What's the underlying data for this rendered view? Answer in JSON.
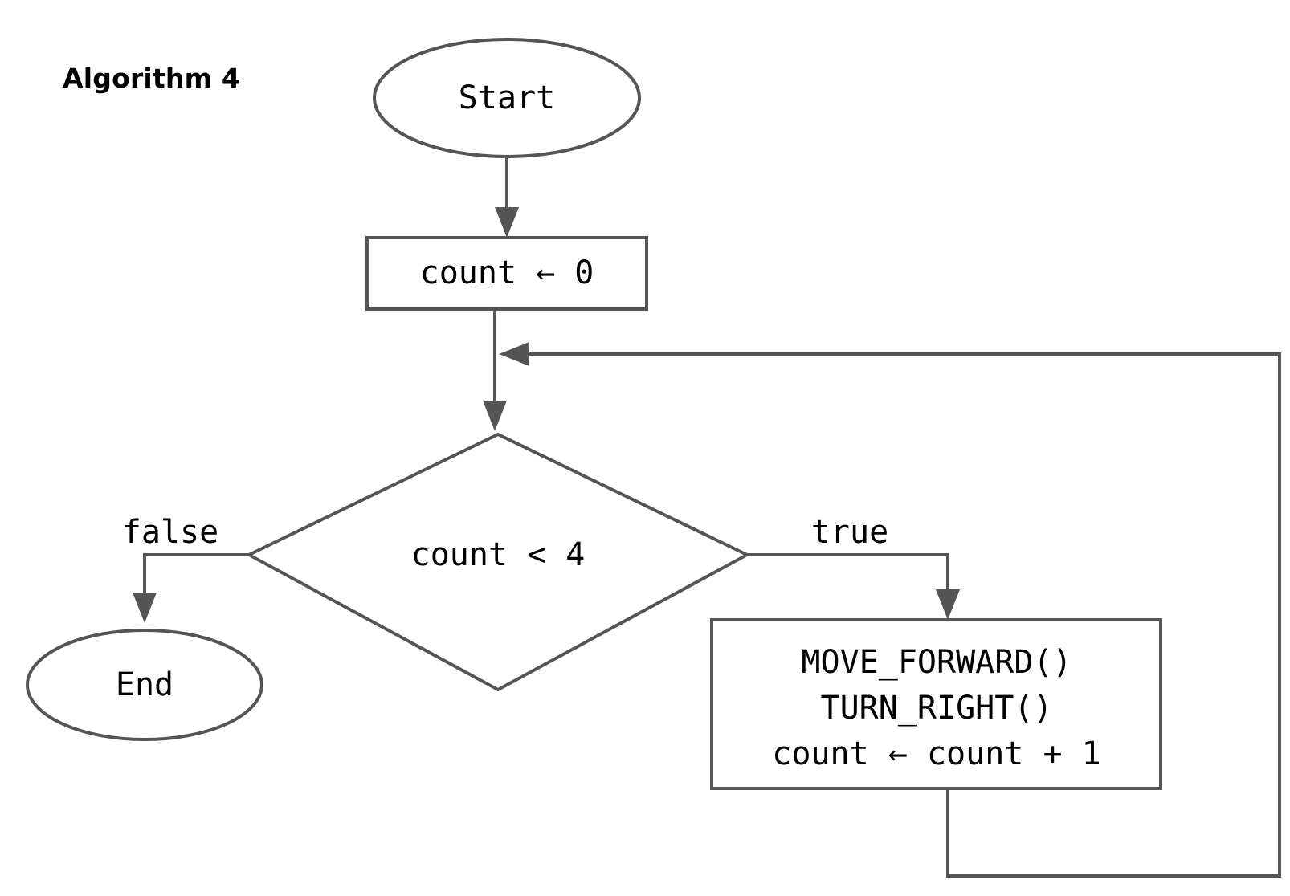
{
  "diagram": {
    "title": "Algorithm 4",
    "type": "flowchart",
    "line_color": "#555555",
    "text_color": "#000000",
    "background_color": "#ffffff",
    "nodes": [
      {
        "id": "start",
        "shape": "ellipse",
        "label": "Start"
      },
      {
        "id": "init",
        "shape": "rectangle",
        "label": "count ← 0"
      },
      {
        "id": "decision",
        "shape": "diamond",
        "label": "count < 4"
      },
      {
        "id": "end",
        "shape": "ellipse",
        "label": "End"
      },
      {
        "id": "action",
        "shape": "rectangle",
        "lines": [
          "MOVE_FORWARD()",
          "TURN_RIGHT()",
          "count ← count + 1"
        ],
        "line1": "MOVE_FORWARD()",
        "line2": "TURN_RIGHT()",
        "line3": "count ← count + 1"
      }
    ],
    "edges": [
      {
        "id": "start-to-init",
        "from": "start",
        "to": "init",
        "label": ""
      },
      {
        "id": "init-to-decision",
        "from": "init",
        "to": "decision",
        "label": ""
      },
      {
        "id": "decision-to-end",
        "from": "decision",
        "to": "end",
        "label": "false"
      },
      {
        "id": "decision-to-action",
        "from": "decision",
        "to": "action",
        "label": "true"
      },
      {
        "id": "action-to-decision",
        "from": "action",
        "to": "decision",
        "label": ""
      }
    ],
    "labels": {
      "false": "false",
      "true": "true"
    }
  }
}
